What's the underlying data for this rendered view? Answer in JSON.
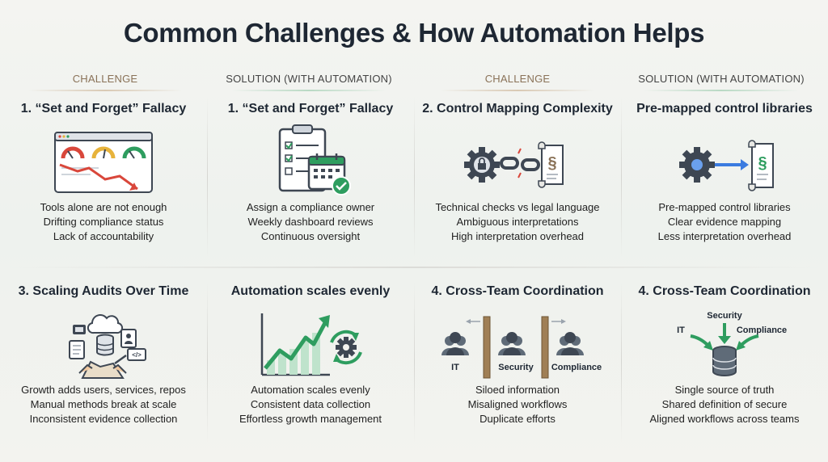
{
  "title": "Common Challenges & How Automation Helps",
  "columns": {
    "c1": "CHALLENGE",
    "c2": "SOLUTION (WITH AUTOMATION)",
    "c3": "CHALLENGE",
    "c4": "SOLUTION (WITH AUTOMATION)"
  },
  "cards": [
    {
      "heading": "1. “Set and Forget” Fallacy",
      "lines": [
        "Tools alone are not enough",
        "Drifting compliance status",
        "Lack of accountability"
      ]
    },
    {
      "heading": "1. “Set and Forget” Fallacy",
      "lines": [
        "Assign a compliance owner",
        "Weekly dashboard reviews",
        "Continuous oversight"
      ]
    },
    {
      "heading": "2. Control Mapping Complexity",
      "lines": [
        "Technical checks vs legal language",
        "Ambiguous interpretations",
        "High interpretation overhead"
      ]
    },
    {
      "heading": "Pre-mapped control libraries",
      "lines": [
        "Pre-mapped control libraries",
        "Clear evidence mapping",
        "Less interpretation overhead"
      ]
    },
    {
      "heading": "3. Scaling Audits Over Time",
      "lines": [
        "Growth adds users, services, repos",
        "Manual methods break at scale",
        "Inconsistent evidence collection"
      ]
    },
    {
      "heading": "Automation scales evenly",
      "lines": [
        "Automation scales evenly",
        "Consistent data collection",
        "Effortless growth management"
      ]
    },
    {
      "heading": "4. Cross-Team Coordination",
      "lines": [
        "Siloed information",
        "Misaligned workflows",
        "Duplicate efforts"
      ],
      "labels": [
        "IT",
        "Security",
        "Compliance"
      ]
    },
    {
      "heading": "4. Cross-Team Coordination",
      "lines": [
        "Single source of truth",
        "Shared definition of secure",
        "Aligned workflows across teams"
      ],
      "labels": [
        "Security",
        "IT",
        "Compliance"
      ]
    }
  ],
  "colors": {
    "accent_green": "#2e9d5f",
    "accent_red": "#d9473b",
    "dark_slate": "#3e4753",
    "blue_arrow": "#3b7be0"
  }
}
